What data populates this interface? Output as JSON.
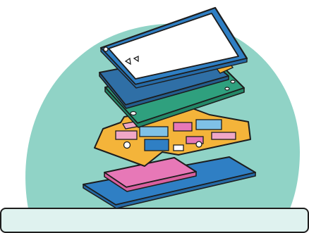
{
  "illustration": {
    "subject": "exploded-view-smartphone",
    "layers": [
      {
        "name": "front-glass-frame",
        "color": "#2f7fc4"
      },
      {
        "name": "display-panel",
        "color": "#2f6fa6"
      },
      {
        "name": "mid-frame",
        "color": "#2fa07e"
      },
      {
        "name": "logic-board",
        "color": "#f4b43a"
      },
      {
        "name": "battery",
        "color": "#e778b7"
      },
      {
        "name": "back-cover",
        "color": "#2f7fc4"
      }
    ],
    "background_blob_color": "#90d3c6",
    "outline_color": "#1d1d1d",
    "bottom_card_color": "#dff2ef"
  }
}
